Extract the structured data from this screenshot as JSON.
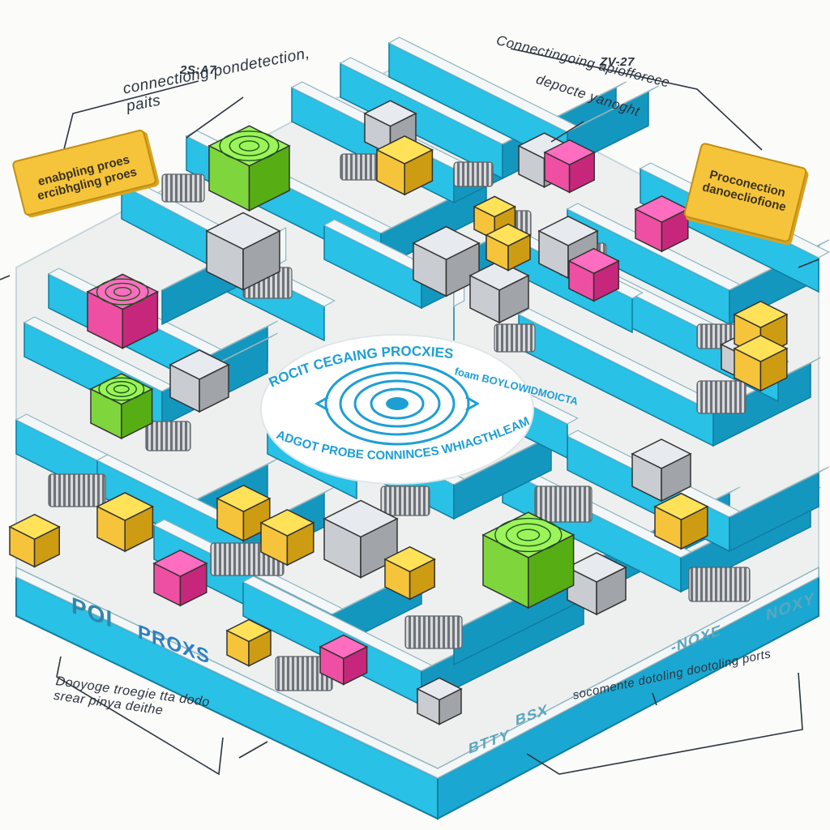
{
  "annotations": {
    "top_left_code": "2S:A7",
    "top_left_title": "connectiong pondetection,\npaits",
    "top_right_title": "Connectingoing apiofforece",
    "top_right_code": "ZV-27",
    "top_right_sub": "depocte yanoght",
    "left_tag": "enabpling proes\nercibhgling proes",
    "right_tag": "Proconection\ndanoecliofione",
    "bottom_left_note": "Dooyoge troegie tta dodo\nsrear pinya deithe",
    "bottom_right_note": "socomente dotoling dootoling ports"
  },
  "center_hub": {
    "top_text": "ROCIT CEGAING PROCXIES",
    "side_text": "foam BOYLOWIDMOICTA",
    "bottom_text": "ADGOT PROBE CONNINCES WHIAGTHLEAMO"
  },
  "wall_labels": {
    "por": "POI",
    "proxs": "PROXS",
    "bsx": "BSX",
    "btty": "BTTY",
    "noxy": "NOXY",
    "nox": "-NOXE"
  },
  "colors": {
    "wall_top": "#f4f7f8",
    "wall_side": "#29c1e6",
    "wall_dark": "#1497bf",
    "floor": "#eef0f0",
    "green": "#7ed63c",
    "pink": "#ef4fa3",
    "yellow": "#f6c43a",
    "gray": "#c9ccd0",
    "accent": "#1e9fd4"
  }
}
